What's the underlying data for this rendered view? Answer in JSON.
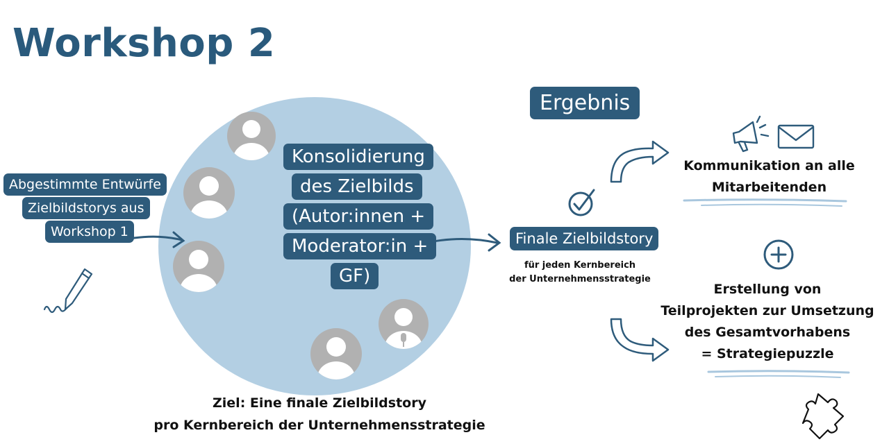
{
  "title": "Workshop 2",
  "input_label": {
    "line1": "Abgestimmte Entwürfe",
    "line2": "Zielbildstorys aus",
    "line3": "Workshop 1"
  },
  "center_box": {
    "line1": "Konsolidierung",
    "line2": "des Zielbilds",
    "line3": "(Autor:innen +",
    "line4": "Moderator:in +",
    "line5": "GF)"
  },
  "result_header": "Ergebnis",
  "final_story": {
    "label": "Finale Zielbildstory",
    "sub1": "für jeden Kernbereich",
    "sub2": "der Unternehmensstrategie"
  },
  "communication": {
    "line1": "Kommunikation an alle",
    "line2": "Mitarbeitenden"
  },
  "subprojects": {
    "line1": "Erstellung von",
    "line2": "Teilprojekten zur Umsetzung",
    "line3": "des Gesamtvorhabens",
    "line4": "= Strategiepuzzle"
  },
  "goal": {
    "line1": "Ziel: Eine finale Zielbildstory",
    "line2": "pro Kernbereich der Unternehmensstrategie"
  },
  "colors": {
    "primary": "#2e5b7b",
    "circle": "#b3cfe3",
    "avatar": "#b1b1b1"
  },
  "icons": [
    "pen-icon",
    "person-icon",
    "microphone-person-icon",
    "checkmark-icon",
    "megaphone-icon",
    "envelope-icon",
    "plus-icon",
    "puzzle-icon",
    "arrow-icon"
  ]
}
